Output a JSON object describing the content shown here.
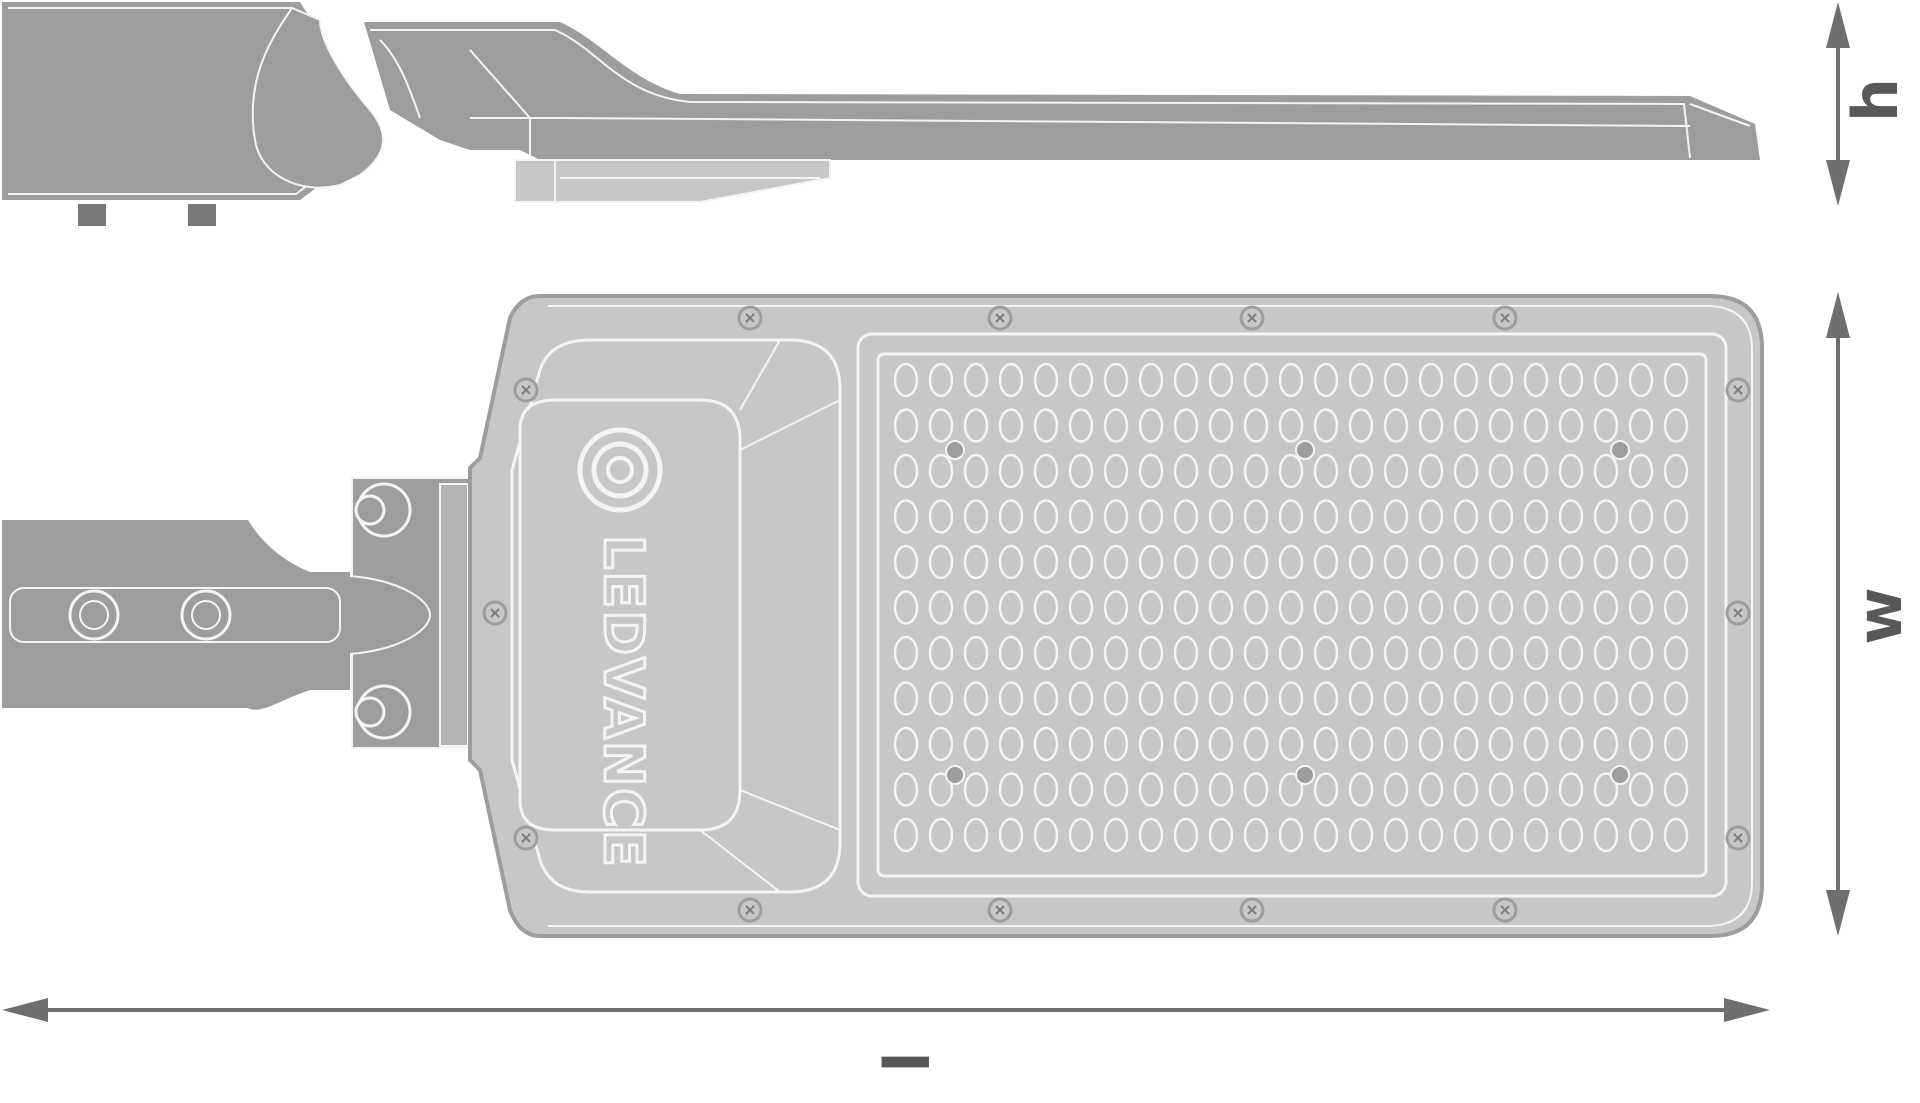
{
  "drawing": {
    "brand_text": "LEDVANCE",
    "dimensions": {
      "height_label": "h",
      "width_label": "w",
      "length_label": "l"
    },
    "led_grid": {
      "rows": 11,
      "columns": 23
    },
    "colors": {
      "housing_dark": "#9c9d9f",
      "housing_mid": "#b3b4b6",
      "housing_light": "#c6c7c9",
      "outline_white": "#f4f4f4",
      "arrow": "#6f6f71",
      "label": "#58585a"
    }
  }
}
